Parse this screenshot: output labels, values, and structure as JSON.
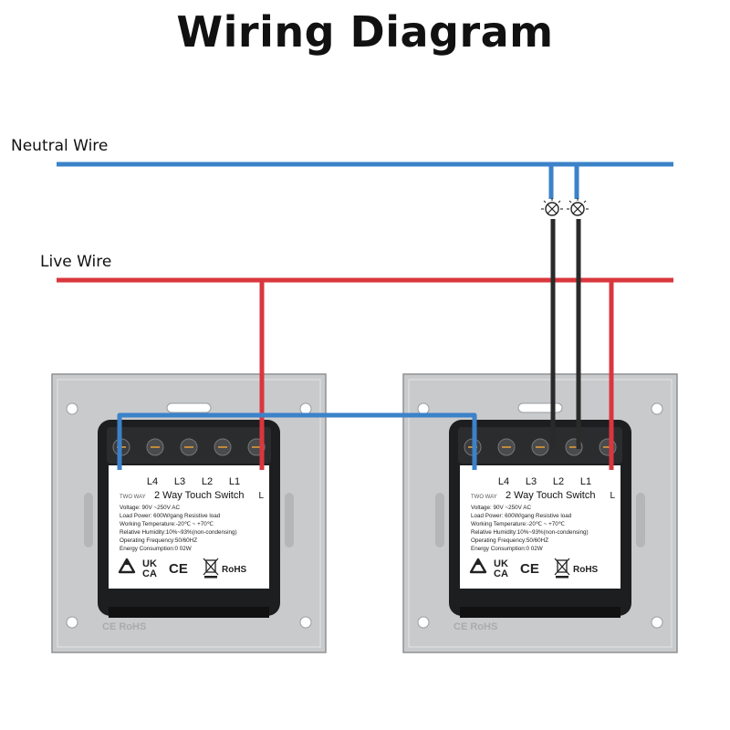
{
  "title": "Wiring Diagram",
  "wires": {
    "neutral_label": "Neutral Wire",
    "live_label": "Live Wire",
    "colors": {
      "neutral": "#3b82c9",
      "live": "#d9373d",
      "load": "#2a2a2a"
    }
  },
  "switches": [
    {
      "terminals": [
        "L4",
        "L3",
        "L2",
        "L1"
      ],
      "common_terminal": "L",
      "tag": "TWO WAY",
      "name": "2 Way Touch Switch",
      "specs": [
        "Voltage: 90V ~250V AC",
        "Load Power: 600W/gang Resistive load",
        "Working Temperature:-20℃ ~ +70℃",
        "Relative Humidity:10%~93%(non-condensing)",
        "Operating Frequency:50/60HZ",
        "Energy Consumption:0 02W"
      ],
      "certs": {
        "uk": "UK",
        "ca": "CA",
        "ce": "CE",
        "rohs": "RoHS"
      },
      "plate_marking": "CE RoHS"
    },
    {
      "terminals": [
        "L4",
        "L3",
        "L2",
        "L1"
      ],
      "common_terminal": "L",
      "tag": "TWO WAY",
      "name": "2 Way Touch Switch",
      "specs": [
        "Voltage: 90V ~250V AC",
        "Load Power: 600W/gang Resistive load",
        "Working Temperature:-20℃ ~ +70℃",
        "Relative Humidity:10%~93%(non-condensing)",
        "Operating Frequency:50/60HZ",
        "Energy Consumption:0 02W"
      ],
      "certs": {
        "uk": "UK",
        "ca": "CA",
        "ce": "CE",
        "rohs": "RoHS"
      },
      "plate_marking": "CE RoHS"
    }
  ],
  "icons": [
    "lamp-icon",
    "recycle-icon",
    "weee-bin-icon"
  ]
}
